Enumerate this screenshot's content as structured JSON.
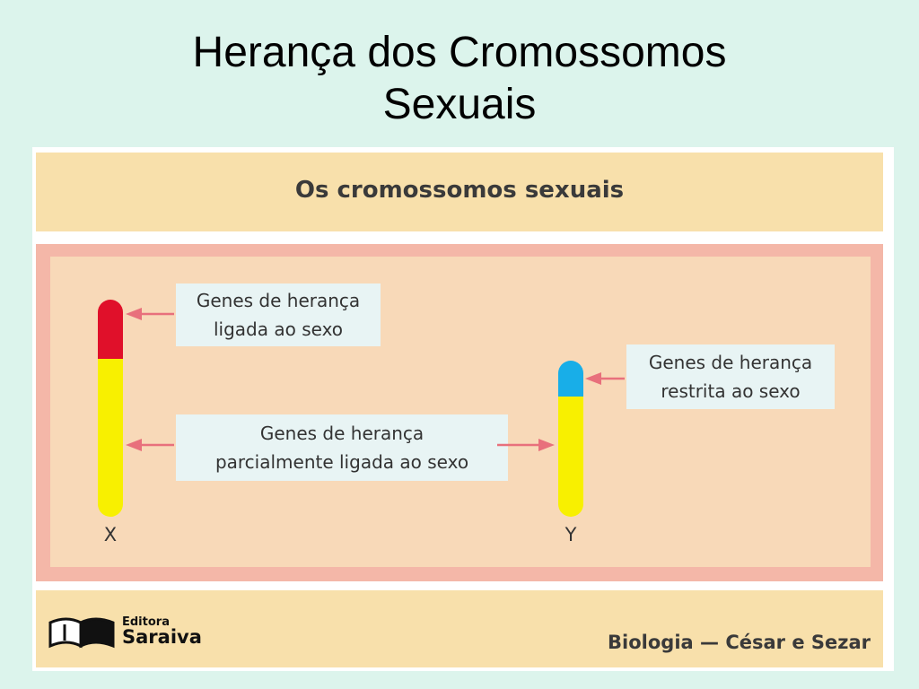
{
  "slide": {
    "title_line1": "Herança dos Cromossomos",
    "title_line2": "Sexuais"
  },
  "figure": {
    "header": "Os cromossomos sexuais",
    "chromosomes": [
      {
        "label": "X",
        "segments": [
          "red",
          "yellow"
        ]
      },
      {
        "label": "Y",
        "segments": [
          "blue",
          "yellow"
        ]
      }
    ],
    "callouts": {
      "linked": {
        "line1": "Genes de herança",
        "line2": "ligada ao sexo"
      },
      "partial": {
        "line1": "Genes de herança",
        "line2": "parcialmente ligada ao sexo"
      },
      "restricted": {
        "line1": "Genes de herança",
        "line2": "restrita ao sexo"
      }
    },
    "footer": {
      "publisher_small": "Editora",
      "publisher_big": "Saraiva",
      "credit": "Biologia — César e Sezar"
    }
  },
  "colors": {
    "background": "#dcf4ec",
    "header_band": "#f8e0ab",
    "frame": "#f4b7a8",
    "panel": "#f8d9b8",
    "callout_bg": "#e8f4f4",
    "arrow": "#e8707c",
    "gene_red": "#e0102a",
    "gene_yellow": "#f8f000",
    "gene_blue": "#18aee8"
  }
}
